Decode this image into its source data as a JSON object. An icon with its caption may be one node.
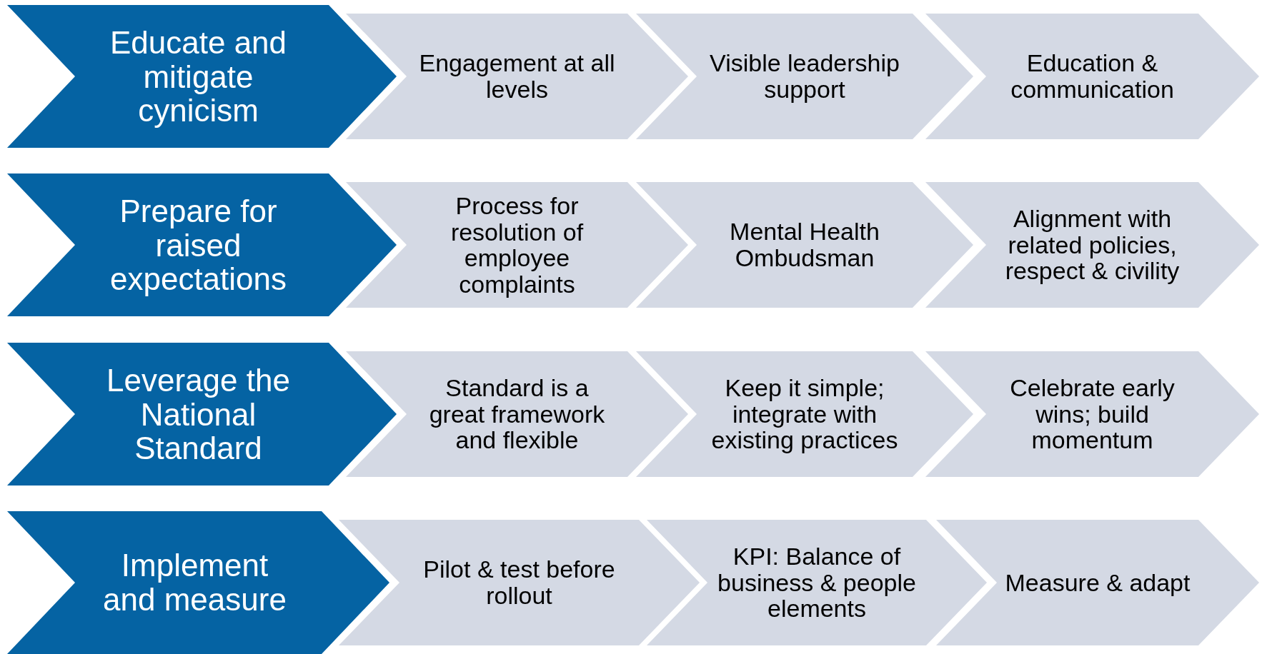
{
  "diagram": {
    "nodes": [
      {
        "text": [
          "Educate and mitigate cynicism"
        ]
      },
      {
        "text": [
          "Engagement at all levels"
        ]
      },
      {
        "text": [
          "Visible leadership support"
        ]
      },
      {
        "text": [
          "Education & communication"
        ]
      },
      {
        "text": [
          "Prepare for raised expectations"
        ]
      },
      {
        "text": [
          "Process for resolution of employee complaints"
        ]
      },
      {
        "text": [
          "Mental Health Ombudsman"
        ]
      },
      {
        "text": [
          "Alignment with related policies, respect & civility"
        ]
      },
      {
        "text": [
          "Leverage the National Standard"
        ]
      },
      {
        "text": [
          "Standard is a great framework and flexible"
        ]
      },
      {
        "text": [
          "Keep it simple; integrate with existing practices"
        ]
      },
      {
        "text": [
          "Celebrate early wins; build momentum"
        ]
      },
      {
        "text": [
          "Implement and measure"
        ]
      },
      {
        "text": [
          "Pilot & test before rollout"
        ]
      },
      {
        "text": [
          "KPI: Balance of business & people elements"
        ]
      },
      {
        "text": [
          "Measure & adapt"
        ]
      }
    ]
  }
}
